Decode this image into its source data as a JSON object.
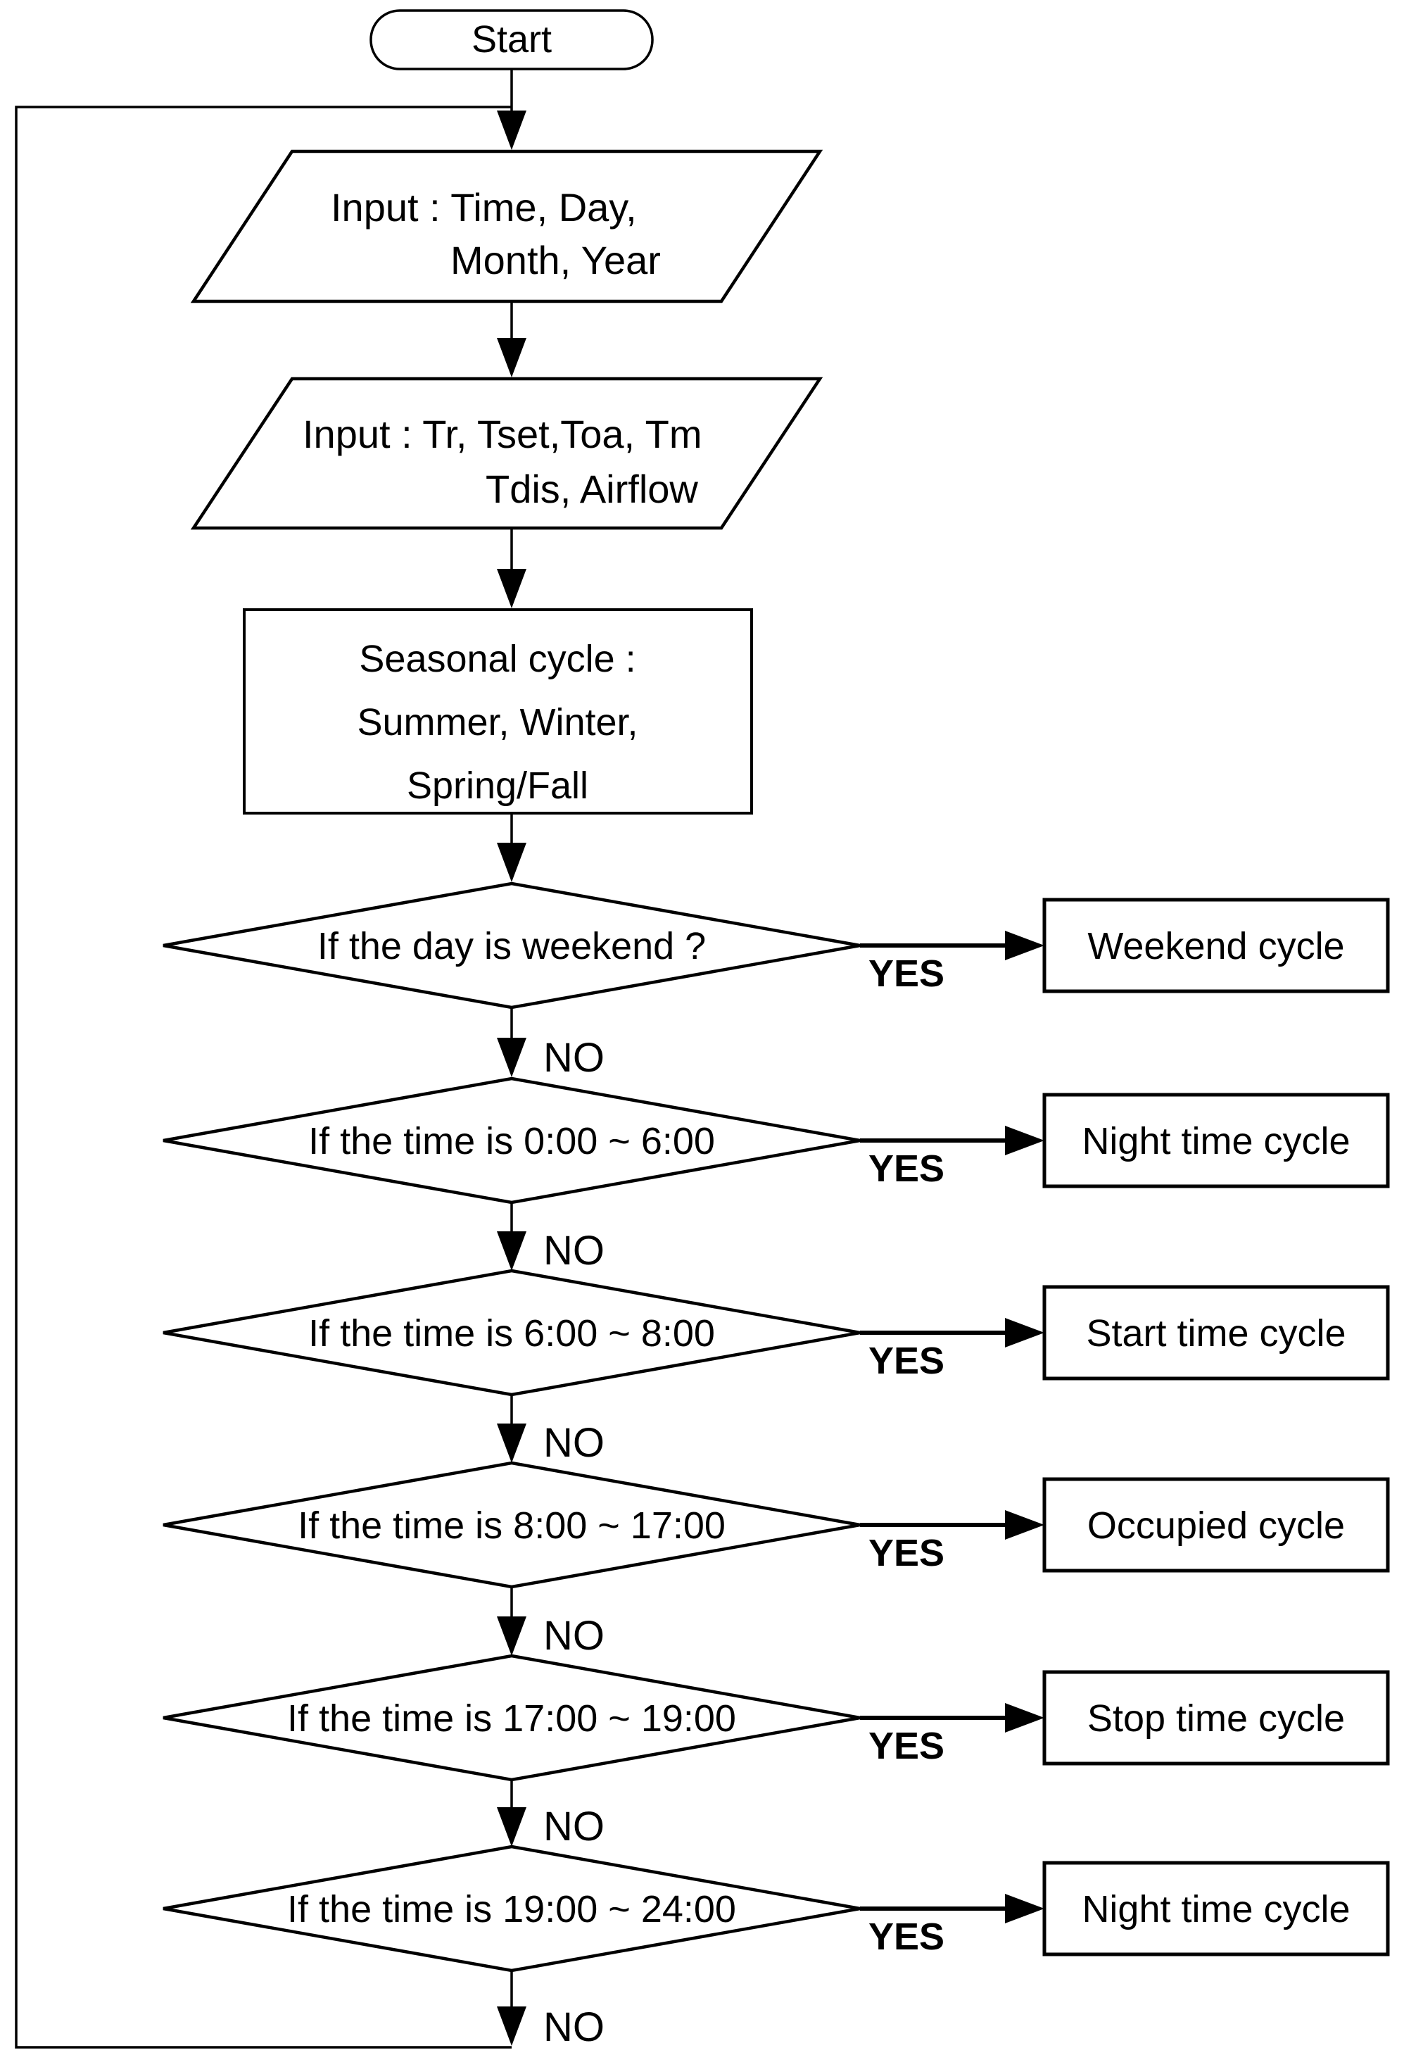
{
  "palette": {
    "yes_color": "#1a63f2",
    "no_color": "#f50000",
    "line_color": "#000000",
    "background": "#ffffff"
  },
  "flowchart": {
    "start_label": "Start",
    "inputs": [
      {
        "line1": "Input : Time, Day,",
        "line2": "Month, Year"
      },
      {
        "line1": "Input : Tr, Tset,Toa, Tm",
        "line2": "Tdis, Airflow"
      }
    ],
    "process": {
      "line1": "Seasonal cycle :",
      "line2": "Summer, Winter,",
      "line3": "Spring/Fall"
    },
    "decisions": [
      {
        "question": "If the day is weekend ?",
        "yes_label": "YES",
        "no_label": "NO",
        "result": "Weekend cycle"
      },
      {
        "question": "If the time is 0:00 ~ 6:00",
        "yes_label": "YES",
        "no_label": "NO",
        "result": "Night time cycle"
      },
      {
        "question": "If the time is 6:00 ~ 8:00",
        "yes_label": "YES",
        "no_label": "NO",
        "result": "Start time cycle"
      },
      {
        "question": "If the time is 8:00 ~ 17:00",
        "yes_label": "YES",
        "no_label": "NO",
        "result": "Occupied cycle"
      },
      {
        "question": "If the time is 17:00 ~ 19:00",
        "yes_label": "YES",
        "no_label": "NO",
        "result": "Stop time cycle"
      },
      {
        "question": "If the time is 19:00 ~ 24:00",
        "yes_label": "YES",
        "no_label": "NO",
        "result": "Night time cycle"
      }
    ],
    "loop_no_label": "NO"
  }
}
